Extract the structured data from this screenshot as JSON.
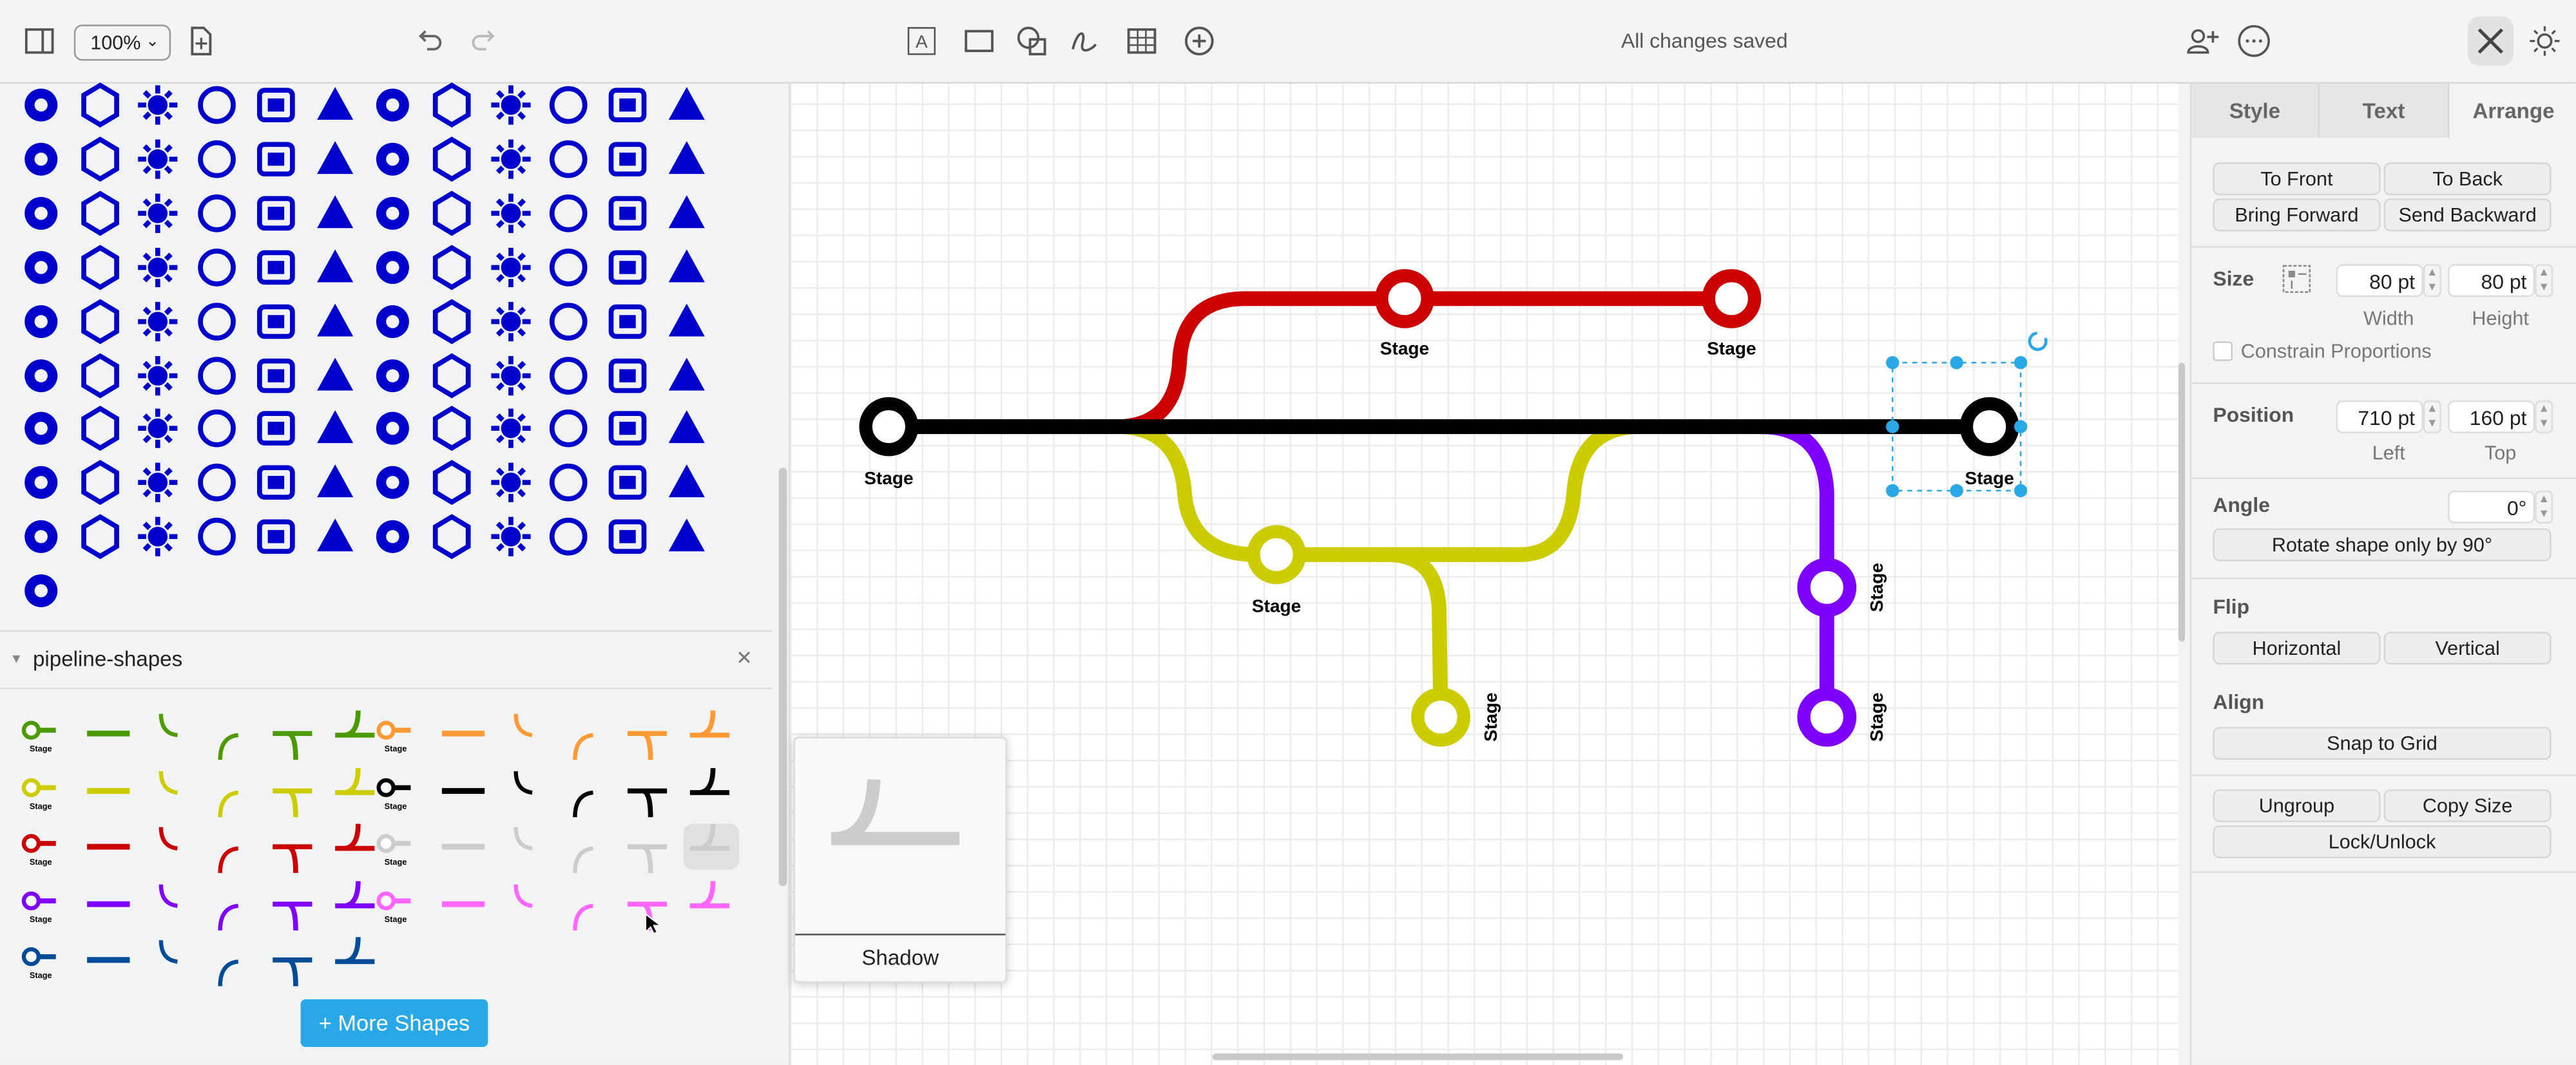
{
  "toolbar": {
    "zoom": "100%",
    "status": "All changes saved",
    "left_icons": [
      "sidebar-toggle-icon",
      "new-page-icon",
      "undo-icon",
      "redo-icon"
    ],
    "insert_icons": [
      "text-box-icon",
      "rectangle-icon",
      "shapes-icon",
      "freehand-icon",
      "table-icon",
      "insert-plus-icon"
    ],
    "right_icons": [
      "share-user-icon",
      "more-options-icon",
      "format-panel-icon",
      "theme-icon"
    ]
  },
  "sidebar": {
    "icon_color": "#0000cc",
    "icons": [
      "triangle-left",
      "linux",
      "lock",
      "log",
      "logout",
      "bug",
      "virus",
      "dots-grid",
      "mem",
      "magento",
      "angular",
      "gear",
      "alert-shield",
      "pills",
      "nginx",
      "ns",
      "globe",
      "www",
      "cube",
      "network",
      "gear-bell",
      "bell",
      "check-circle",
      "scale",
      "layout-gear",
      "info-circle",
      "power",
      "sync",
      "magnet",
      "arrow-back",
      "php",
      "history",
      "invoice",
      "badge-gear",
      "play-circle",
      "p-hex",
      "hexagons",
      "check-box",
      "stamp",
      "stamp-alert",
      "postgres",
      "shield-user",
      "star-circle",
      "gears",
      "flame",
      "arrows-out",
      "bug-gear",
      "server",
      "badge-check",
      "help-circle",
      "refresh",
      "dots-square",
      "refresh-check",
      "document",
      "chat",
      "terminal",
      "swap",
      "play",
      "code-circle",
      "code-doc",
      "copy-gear",
      "alert-burst",
      "puzzle",
      "cloud",
      "helmet",
      "clock",
      "search",
      "key",
      "anchor",
      "user-gear",
      "database-shield",
      "share-gear",
      "sliders",
      "gear2",
      "plus-shield",
      "timer",
      "recycle",
      "bucket",
      "user",
      "link",
      "arrows-in",
      "stop-hand",
      "artix",
      "table",
      "user-settings",
      "tools",
      "hierarchy",
      "triangle-gear",
      "ubuntu",
      "stack",
      "triangle",
      "upload",
      "percent-seal",
      "vm",
      "video",
      "media",
      "speaker",
      "bolt-circle",
      "warning",
      "exclaim-circle",
      "radiation",
      "wordpress",
      "paperclip",
      "paperclips",
      "zoom-in",
      "zoom-out",
      "wasp",
      "touch",
      "vuetify"
    ],
    "library": {
      "title": "pipeline-shapes",
      "close": "✕"
    },
    "pipe_colors": {
      "green": "#4d9900",
      "yellow": "#cccc00",
      "red": "#cc0000",
      "purple": "#8000ff",
      "blue": "#004c99",
      "orange": "#ff9933",
      "black": "#000000",
      "gray": "#cccccc",
      "pink": "#ff66ff"
    },
    "stage_label": "Stage",
    "more_shapes": "+ More Shapes"
  },
  "tooltip": {
    "label": "Shadow"
  },
  "diagram": {
    "stage_label": "Stage",
    "colors": {
      "black": "#000000",
      "red": "#cc0000",
      "yellow": "#cccc00",
      "purple": "#8000ff",
      "selection": "#29a8e8"
    }
  },
  "format": {
    "tabs": [
      "Style",
      "Text",
      "Arrange"
    ],
    "active_tab": "Arrange",
    "to_front": "To Front",
    "to_back": "To Back",
    "bring_forward": "Bring Forward",
    "send_backward": "Send Backward",
    "size_label": "Size",
    "width": "80 pt",
    "height": "80 pt",
    "width_label": "Width",
    "height_label": "Height",
    "constrain": "Constrain Proportions",
    "constrain_checked": false,
    "position_label": "Position",
    "left": "710 pt",
    "top": "160 pt",
    "left_label": "Left",
    "top_label": "Top",
    "angle_label": "Angle",
    "angle": "0°",
    "rotate": "Rotate shape only by 90°",
    "flip_label": "Flip",
    "horizontal": "Horizontal",
    "vertical": "Vertical",
    "align_label": "Align",
    "snap": "Snap to Grid",
    "ungroup": "Ungroup",
    "copy_size": "Copy Size",
    "lock": "Lock/Unlock"
  }
}
